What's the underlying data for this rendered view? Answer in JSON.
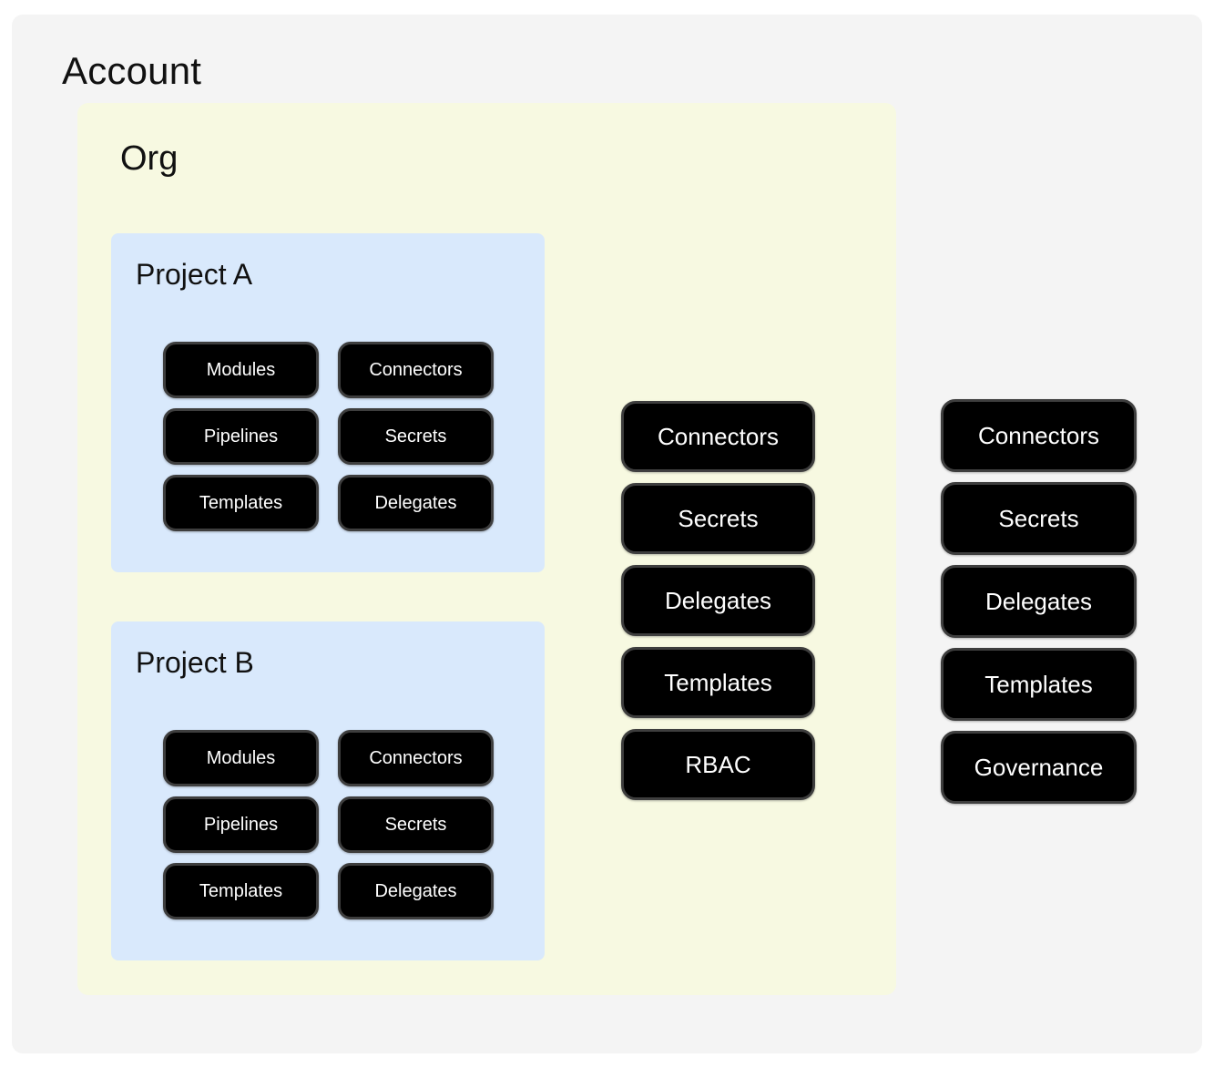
{
  "account": {
    "title": "Account",
    "resources": [
      "Connectors",
      "Secrets",
      "Delegates",
      "Templates",
      "Governance"
    ]
  },
  "org": {
    "title": "Org",
    "resources": [
      "Connectors",
      "Secrets",
      "Delegates",
      "Templates",
      "RBAC"
    ]
  },
  "projects": [
    {
      "title": "Project A",
      "resources": [
        "Modules",
        "Connectors",
        "Pipelines",
        "Secrets",
        "Templates",
        "Delegates"
      ]
    },
    {
      "title": "Project B",
      "resources": [
        "Modules",
        "Connectors",
        "Pipelines",
        "Secrets",
        "Templates",
        "Delegates"
      ]
    }
  ],
  "colors": {
    "account_bg": "#f4f4f4",
    "org_bg": "#f7f9e1",
    "project_bg": "#d9e9fc",
    "node_bg": "#000000",
    "node_border": "#3e3e3e",
    "node_text": "#ffffff",
    "title_text": "#111111"
  }
}
